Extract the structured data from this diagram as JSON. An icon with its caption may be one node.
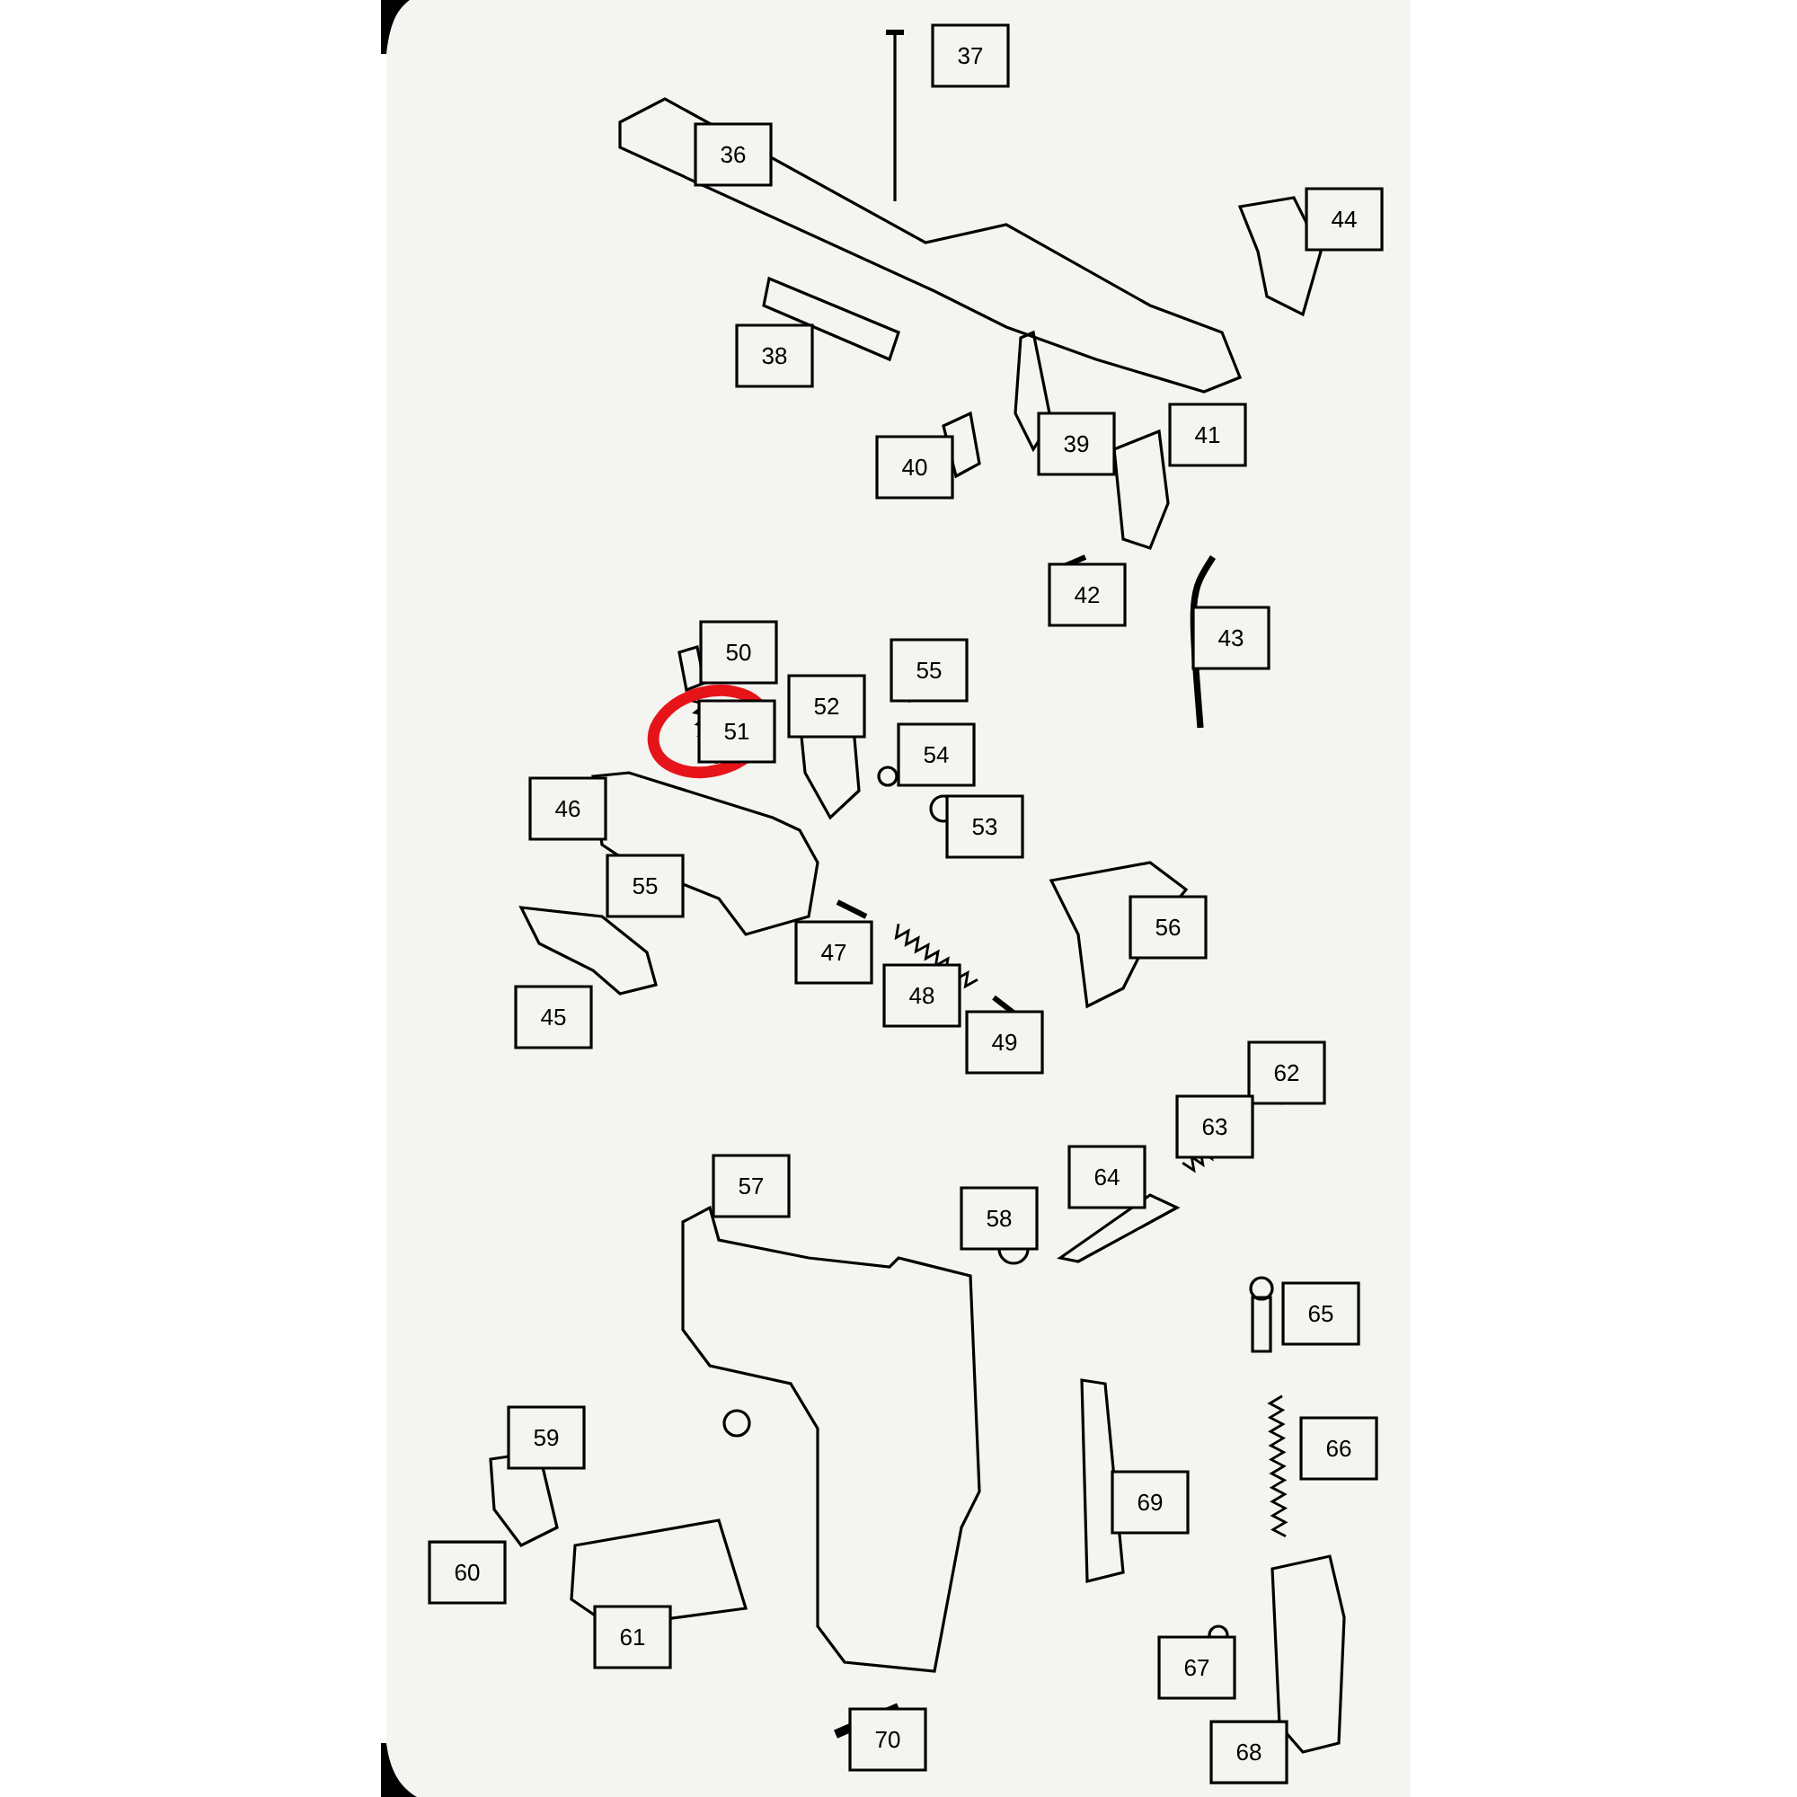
{
  "diagram": {
    "labels": [
      "37",
      "36",
      "44",
      "38",
      "41",
      "39",
      "40",
      "42",
      "43",
      "50",
      "55",
      "52",
      "51",
      "54",
      "46",
      "53",
      "55",
      "47",
      "56",
      "48",
      "45",
      "49",
      "62",
      "63",
      "64",
      "57",
      "58",
      "65",
      "66",
      "59",
      "69",
      "60",
      "61",
      "67",
      "70",
      "68"
    ]
  }
}
